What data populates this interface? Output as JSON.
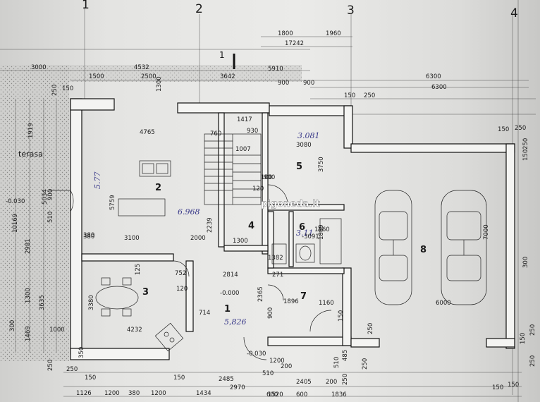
{
  "axes": [
    "1",
    "2",
    "3",
    "4"
  ],
  "section_mark": "1",
  "rooms": [
    "1",
    "2",
    "3",
    "4",
    "5",
    "6",
    "7",
    "8"
  ],
  "terrace_label": "terasa",
  "elevations": [
    "-0.030",
    "-0.000",
    "-0.030"
  ],
  "watermark": "pigoneda.lt",
  "handwritten": [
    "5.77",
    "6.968",
    "3.081",
    "3.11",
    "5,826"
  ],
  "dimensions_top": [
    "1800",
    "1960",
    "17242",
    "3000",
    "4532",
    "1500",
    "2500",
    "3642",
    "5910",
    "6300",
    "6300",
    "250",
    "150",
    "1300",
    "900",
    "900",
    "150",
    "250"
  ],
  "dimensions_left": [
    "1919",
    "5034",
    "10169",
    "2981",
    "3635",
    "1300",
    "1469",
    "1000",
    "300",
    "900",
    "380",
    "510",
    "350",
    "250"
  ],
  "dimensions_inner": [
    "4765",
    "5759",
    "3100",
    "2000",
    "2239",
    "1417",
    "930",
    "760",
    "1007",
    "3080",
    "3750",
    "100",
    "900",
    "120",
    "1300",
    "380",
    "125",
    "752",
    "120",
    "3380",
    "4232",
    "714",
    "2814",
    "-3091",
    "1860",
    "1889",
    "1382",
    "271",
    "2365",
    "1896",
    "1160",
    "900",
    "6000",
    "7000",
    "150",
    "1200",
    "600",
    "200"
  ],
  "dimensions_bottom": [
    "250",
    "150",
    "1126",
    "1200",
    "380",
    "1200",
    "150",
    "1434",
    "2485",
    "2970",
    "1520",
    "510",
    "2405",
    "200",
    "250",
    "600",
    "1836",
    "510",
    "485",
    "150",
    "250"
  ],
  "dimensions_right": [
    "150",
    "250",
    "150",
    "250",
    "300",
    "150",
    "250",
    "150",
    "250",
    "250"
  ],
  "colors": {
    "paper": "#e8e8e6",
    "wall": "#f4f4f2",
    "ink": "#111111",
    "hand": "#3a3a8a"
  }
}
